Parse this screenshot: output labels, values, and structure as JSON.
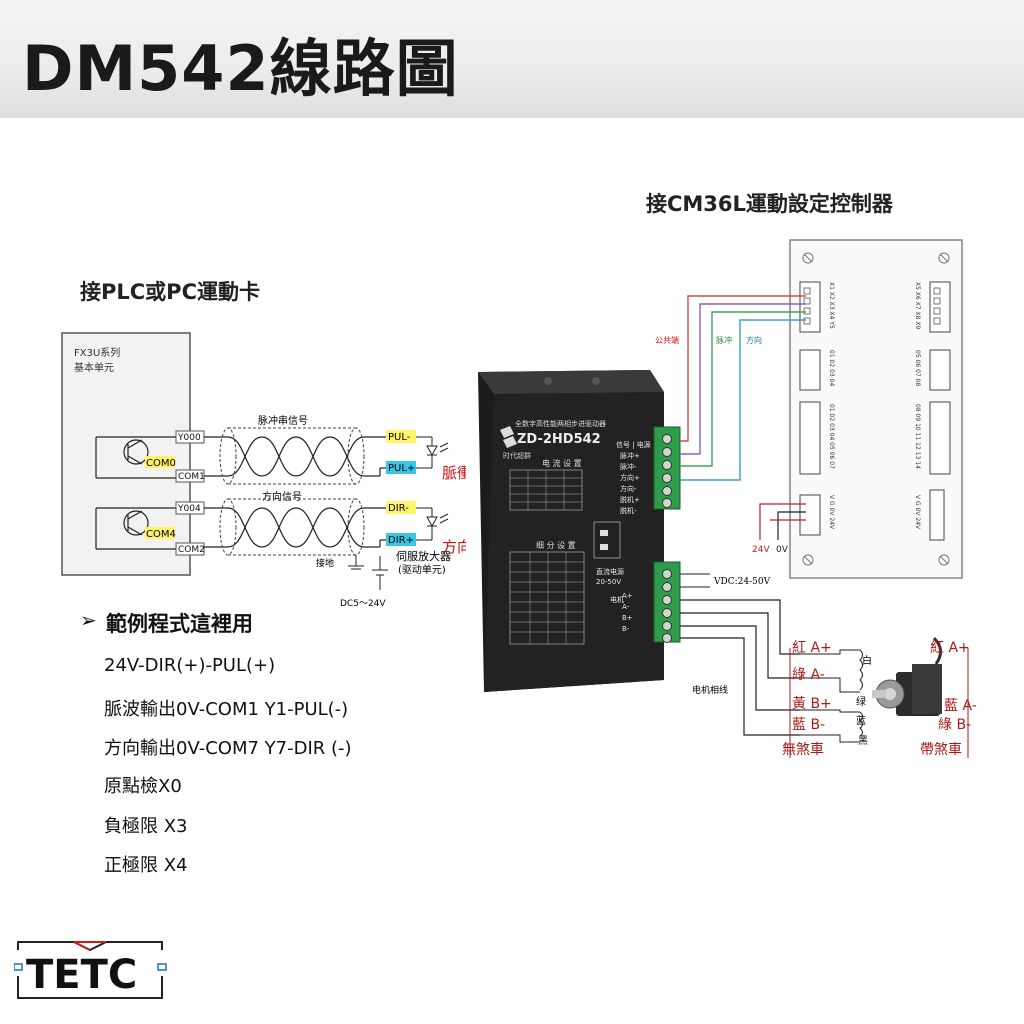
{
  "page_title": "DM542線路圖",
  "headers": {
    "plc": "接PLC或PC運動卡",
    "controller": "接CM36L運動設定控制器"
  },
  "plc": {
    "model": "FX3U系列",
    "unit": "基本单元",
    "terms": [
      "Y000",
      "COM1",
      "Y004",
      "COM2"
    ],
    "com_labels": [
      "COM0",
      "COM4"
    ],
    "pulse_signal": "脉冲串信号",
    "dir_signal": "方向信号",
    "ground": "接地",
    "power": "DC5～24V",
    "servo": "伺服放大器",
    "servo_sub": "(驱动单元)"
  },
  "signal_terms": [
    "PUL-",
    "PUL+",
    "DIR-",
    "DIR+"
  ],
  "signal_names": [
    "脈衝",
    "方向"
  ],
  "driver": {
    "brand_cn": "全数字高性能两相步进驱动器",
    "model": "ZD-2HD542",
    "maker": "时代超群",
    "top_terms": [
      "信号 | 电源",
      "脉冲+",
      "脉冲-",
      "方向+",
      "方向-",
      "脱机+",
      "脱机-"
    ],
    "power_label": "直流电源",
    "power_range": "20-50V",
    "motor_label": "电机",
    "motor_terms": [
      "A+",
      "A-",
      "B+",
      "B-"
    ],
    "table1_title": "电 流 设 置",
    "table2_title": "细 分 设 置"
  },
  "wire_labels": {
    "common": "公共端",
    "pulse": "脉冲",
    "direction": "方向",
    "vdc": "VDC:24-50V",
    "motor_cable": "电机相线",
    "v24": "24V",
    "v0": "0V"
  },
  "controller": {
    "col_left": [
      "X1 X2 X3 X4 Y5",
      "01 02 03 04",
      "01 02 03 04 05 06 07",
      "V G 0V 24V"
    ],
    "col_right": [
      "X5 X6 X7 X8 X9",
      "05 06 07 08",
      "08 09 10 11 12 13 14",
      "V G 0V 24V"
    ]
  },
  "motor_left": [
    "紅 A+",
    "綠 A-",
    "黃 B+",
    "藍 B-",
    "無煞車"
  ],
  "motor_right": [
    "紅 A+",
    "藍 A-",
    "綠 B-",
    "帶煞車"
  ],
  "coil_labels": [
    "白",
    "绿",
    "蓝",
    "黑"
  ],
  "notes": {
    "title": "範例程式這裡用",
    "lines": [
      "24V-DIR(+)-PUL(+)",
      "脈波輸出0V-COM1  Y1-PUL(-)",
      "方向輸出0V-COM7  Y7-DIR (-)",
      "原點檢X0",
      "負極限 X3",
      "正極限 X4"
    ]
  },
  "logo": "TETC"
}
